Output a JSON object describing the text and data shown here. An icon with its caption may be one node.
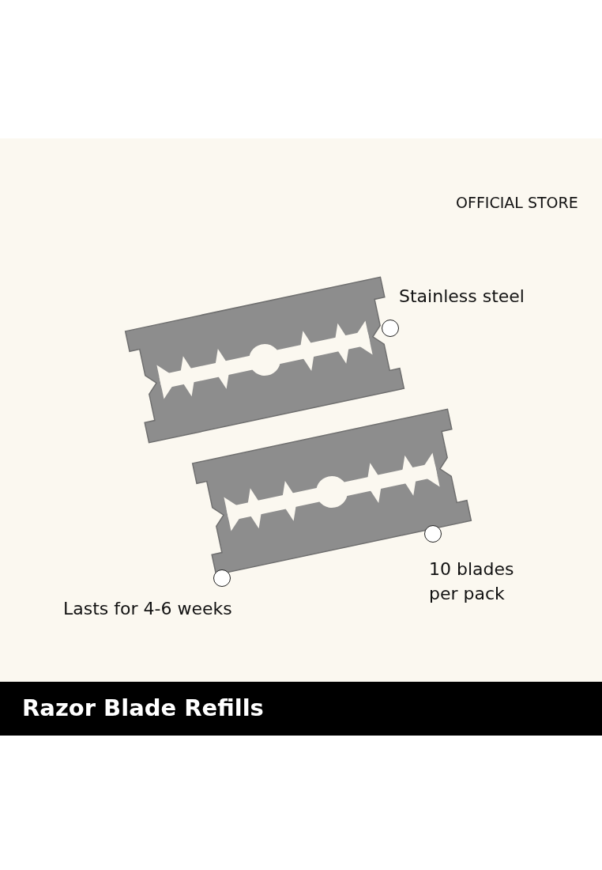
{
  "diagram": {
    "title": "Razor Blade Refills",
    "nodes": [
      {
        "text": [],
        "shape": "circle",
        "beside": [
          "Stainless steel"
        ]
      },
      {
        "text": [],
        "shape": "circle",
        "beside": [
          "10 blades per pack"
        ]
      },
      {
        "text": [],
        "shape": "circle",
        "beside": [
          "Lasts for 4-6 weeks"
        ]
      }
    ],
    "labels": [
      "OFFICIAL STORE"
    ]
  }
}
